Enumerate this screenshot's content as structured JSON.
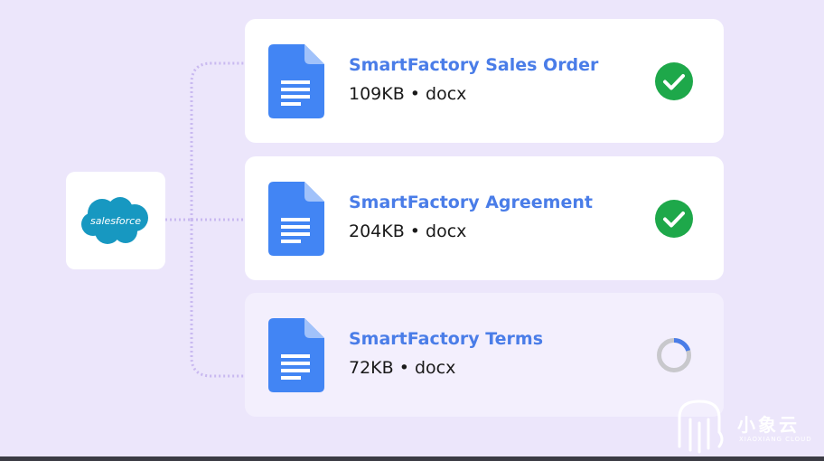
{
  "source": {
    "name": "salesforce",
    "icon": "salesforce-cloud-logo",
    "color": "#1798c1"
  },
  "documents": [
    {
      "title": "SmartFactory Sales Order",
      "meta": "109KB • docx",
      "status": "complete",
      "icon": "google-doc-icon"
    },
    {
      "title": "SmartFactory Agreement",
      "meta": "204KB • docx",
      "status": "complete",
      "icon": "google-doc-icon"
    },
    {
      "title": "SmartFactory Terms",
      "meta": "72KB • docx",
      "status": "in-progress",
      "progress": 0.2,
      "icon": "google-doc-icon"
    }
  ],
  "watermark": {
    "title": "小象云",
    "subtitle": "XIAOXIANG CLOUD"
  },
  "colors": {
    "background": "#ece6fb",
    "doc_blue": "#4a7de8",
    "success_green": "#1ea84a",
    "connector": "#c9b9f0"
  }
}
